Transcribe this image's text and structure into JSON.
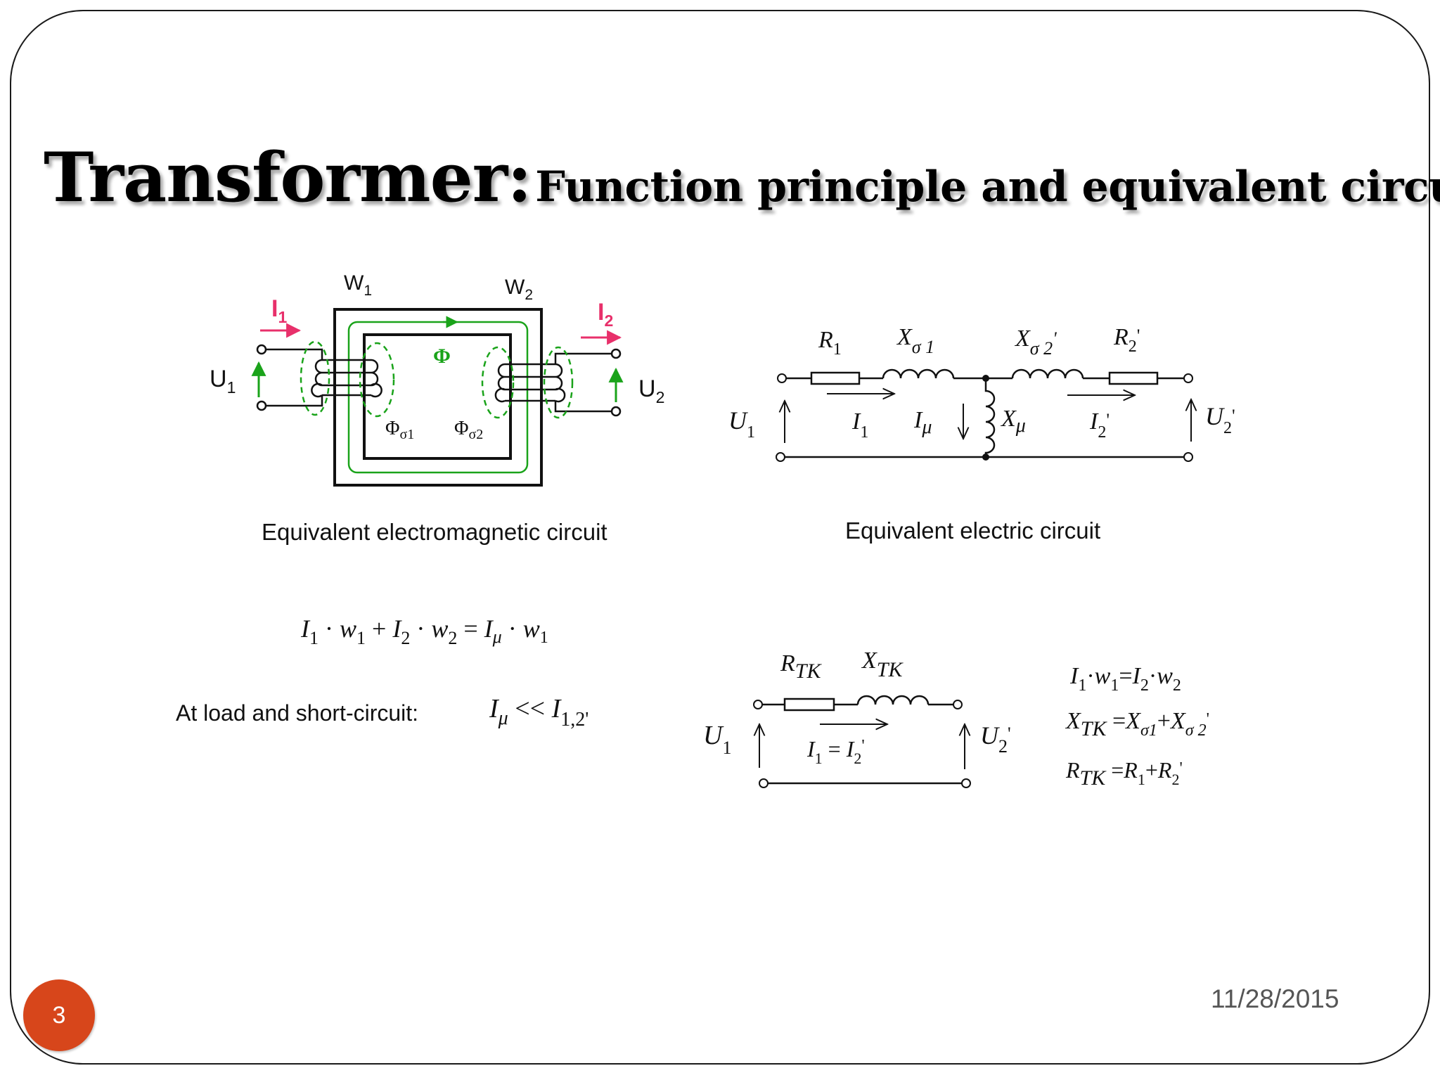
{
  "slide": {
    "title_main": "Transformer:",
    "title_sub": "Function principle and equivalent circuit",
    "date": "11/28/2015",
    "page_number": "3"
  },
  "em_circuit": {
    "caption": "Equivalent electromagnetic circuit",
    "w1": "W",
    "w1_sub": "1",
    "w2": "W",
    "w2_sub": "2",
    "i1": "I",
    "i1_sub": "1",
    "i2": "I",
    "i2_sub": "2",
    "u1": "U",
    "u1_sub": "1",
    "u2": "U",
    "u2_sub": "2",
    "phi": "Φ",
    "phi_s1": "Φ",
    "phi_s1_sub": "σ1",
    "phi_s2": "Φ",
    "phi_s2_sub": "σ2"
  },
  "el_circuit": {
    "caption": "Equivalent electric circuit",
    "r1": "R",
    "r1_sub": "1",
    "xs1": "X",
    "xs1_sub": "σ 1",
    "xs2": "X",
    "xs2_sub": "σ 2",
    "xs2_prime": "'",
    "r2": "R",
    "r2_sub": "2",
    "r2_prime": "'",
    "u1": "U",
    "u1_sub": "1",
    "i1": "I",
    "i1_sub": "1",
    "imu": "I",
    "imu_sub": "μ",
    "xmu": "X",
    "xmu_sub": "μ",
    "i2": "I",
    "i2_sub": "2",
    "i2_prime": "'",
    "u2": "U",
    "u2_sub": "2",
    "u2_prime": "'"
  },
  "equations": {
    "mmf": {
      "i1": "I",
      "s1": "1",
      "w1": "w",
      "s2": "1",
      "plus": "+",
      "i2": "I",
      "s3": "2",
      "w2": "w",
      "s4": "2",
      "eq": "=",
      "imu": "I",
      "s5": "μ",
      "w3": "w",
      "s6": "1"
    },
    "load_label": "At load and short-circuit:",
    "cond": {
      "imu": "I",
      "s1": "μ",
      "ll": "<<",
      "i12": "I",
      "s2": "1,2'"
    }
  },
  "sc_circuit": {
    "rtk": "R",
    "rtk_sub": "TK",
    "xtk": "X",
    "xtk_sub": "TK",
    "u1": "U",
    "u1_sub": "1",
    "cur_a": "I",
    "cur_a_sub": "1",
    "cur_eq": "=",
    "cur_b": "I",
    "cur_b_sub": "2",
    "cur_b_prime": "'",
    "u2": "U",
    "u2_sub": "2",
    "u2_prime": "'"
  },
  "sc_equations": {
    "e1": {
      "a": "I",
      "as": "1",
      "b": "w",
      "bs": "1",
      "eq": "=",
      "c": "I",
      "cs": "2",
      "d": "w",
      "ds": "2"
    },
    "e2": {
      "a": "X",
      "as": "TK",
      "eq": "=",
      "b": "X",
      "bs": "σ1",
      "plus": "+",
      "c": "X",
      "cs": "σ 2",
      "cp": "'"
    },
    "e3": {
      "a": "R",
      "as": "TK",
      "eq": "=",
      "b": "R",
      "bs": "1",
      "plus": "+",
      "c": "R",
      "cs": "2",
      "cp": "'"
    }
  },
  "colors": {
    "accent": "#d7461b",
    "flux": "#1aa31a",
    "current": "#e8306b",
    "wire": "#111111",
    "date": "#555555"
  }
}
